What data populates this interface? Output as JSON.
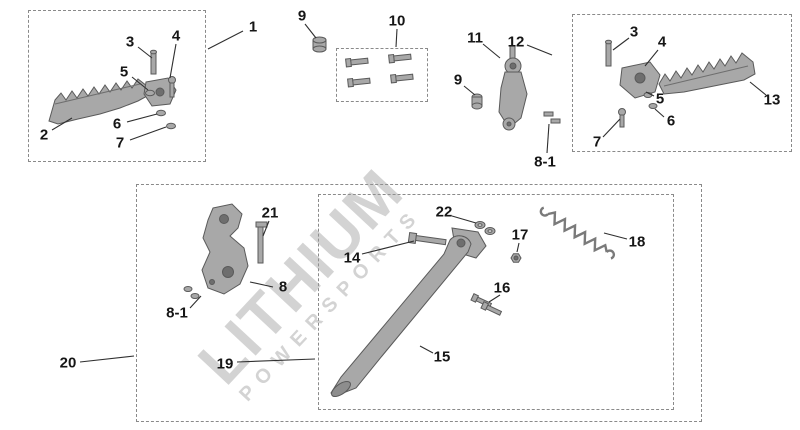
{
  "diagram": {
    "type": "exploded-parts-diagram",
    "subject": "footpeg and kickstand assemblies"
  },
  "watermark": {
    "line1": "LITHIUM",
    "line2": "POWERSPORTS"
  },
  "colors": {
    "background": "#ffffff",
    "part_fill": "#a8a8a8",
    "part_fill_dark": "#7d7d7d",
    "part_stroke": "#5a5a5a",
    "leader_line": "#2f2f2f",
    "box_border": "#8a8a8a",
    "label_text": "#161616",
    "watermark_gray": "#969696"
  },
  "callouts": {
    "n1": "1",
    "n2": "2",
    "n3L": "3",
    "n4L": "4",
    "n5L": "5",
    "n6L": "6",
    "n7L": "7",
    "n9a": "9",
    "n10": "10",
    "n11": "11",
    "n12": "12",
    "n9b": "9",
    "n8_1a": "8-1",
    "n3R": "3",
    "n4R": "4",
    "n5R": "5",
    "n6R": "6",
    "n7R": "7",
    "n13": "13",
    "n20": "20",
    "n21": "21",
    "n8": "8",
    "n8_1b": "8-1",
    "n22": "22",
    "n17": "17",
    "n18": "18",
    "n14": "14",
    "n16": "16",
    "n15": "15",
    "n19": "19"
  }
}
